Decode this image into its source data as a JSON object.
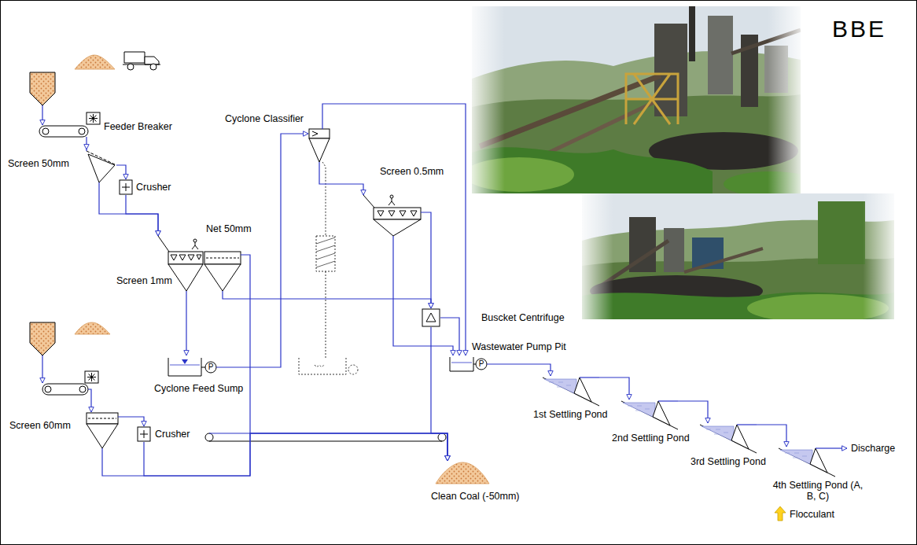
{
  "diagram": {
    "title": "BBE",
    "nodes": [
      {
        "text": [
          "Feeder Breaker"
        ]
      },
      {
        "text": [
          "Screen 50mm"
        ]
      },
      {
        "text": [
          "Crusher"
        ]
      },
      {
        "text": [
          "Screen 1mm"
        ]
      },
      {
        "text": [
          "Net 50mm"
        ]
      },
      {
        "text": [
          "Cyclone Classifier"
        ]
      },
      {
        "text": [
          "Screen 0.5mm"
        ]
      },
      {
        "text": [
          "Buscket Centrifuge"
        ]
      },
      {
        "text": [
          "Cyclone Feed Sump"
        ]
      },
      {
        "text": [
          "Wastewater Pump Pit"
        ]
      },
      {
        "text": [
          "1st Settling Pond"
        ]
      },
      {
        "text": [
          "2nd Settling Pond"
        ]
      },
      {
        "text": [
          "3rd Settling Pond"
        ]
      },
      {
        "text": [
          "4th Settling Pond (A, B, C)"
        ]
      },
      {
        "text": [
          "Screen 60mm"
        ]
      },
      {
        "text": [
          "Crusher"
        ]
      },
      {
        "text": [
          "Clean Coal (-50mm)"
        ]
      }
    ],
    "edges": [
      {
        "from": 0,
        "to": 1,
        "arrow": "to"
      },
      {
        "from": 1,
        "to": 2,
        "arrow": "to"
      },
      {
        "from": 1,
        "to": 3,
        "arrow": "to"
      },
      {
        "from": 2,
        "to": 3,
        "arrow": "to"
      },
      {
        "from": 3,
        "to": 8,
        "arrow": "to"
      },
      {
        "from": 8,
        "to": 5,
        "arrow": "to"
      },
      {
        "from": 5,
        "to": 6,
        "arrow": "to"
      },
      {
        "from": 5,
        "to": 9,
        "arrow": "to"
      },
      {
        "from": 4,
        "to": 7,
        "arrow": "to"
      },
      {
        "from": 4,
        "to": 16,
        "arrow": "to"
      },
      {
        "from": 6,
        "to": 7,
        "arrow": "to"
      },
      {
        "from": 6,
        "to": 9,
        "arrow": "to"
      },
      {
        "from": 7,
        "to": 9,
        "arrow": "to"
      },
      {
        "from": 7,
        "to": 16,
        "arrow": "to"
      },
      {
        "from": 9,
        "to": 10,
        "arrow": "to"
      },
      {
        "from": 10,
        "to": 11,
        "arrow": "to"
      },
      {
        "from": 11,
        "to": 12,
        "arrow": "to"
      },
      {
        "from": 12,
        "to": 13,
        "arrow": "to"
      },
      {
        "from": 14,
        "to": 15,
        "arrow": "to"
      },
      {
        "from": 14,
        "to": 16,
        "arrow": "to"
      },
      {
        "from": 15,
        "to": 16,
        "arrow": "to"
      }
    ],
    "labels": [
      "P",
      "P",
      "Discharge",
      "Flocculant"
    ]
  }
}
